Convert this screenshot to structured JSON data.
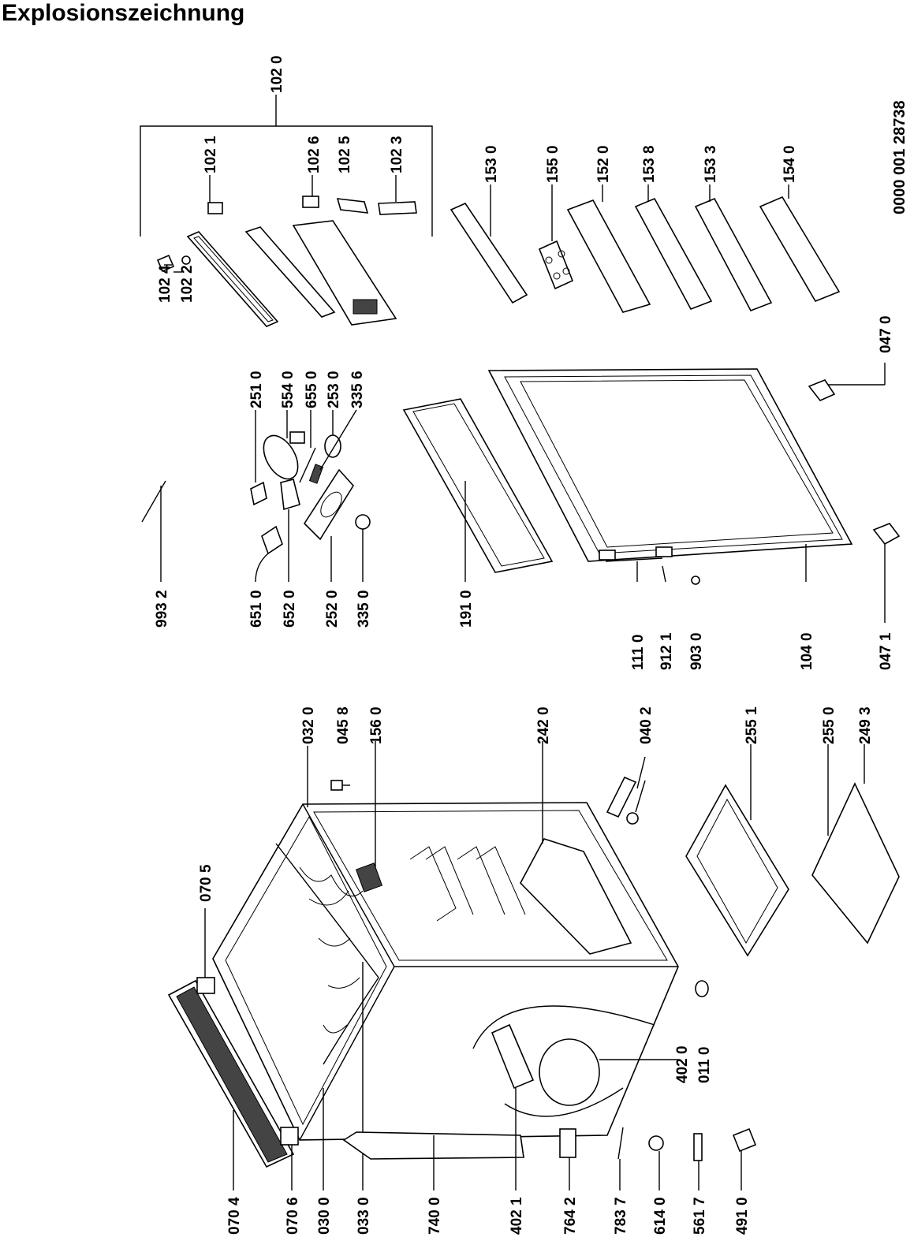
{
  "title": "Explosionszeichnung",
  "document_number": "0000 001 28738",
  "parts": {
    "p1020": "102 0",
    "p1021": "102 1",
    "p1026": "102 6",
    "p1025": "102 5",
    "p1023": "102 3",
    "p1024": "102 4",
    "p1022": "102 2",
    "p1530": "153 0",
    "p1550": "155 0",
    "p1520": "152 0",
    "p1538": "153 8",
    "p1533": "153 3",
    "p1540": "154 0",
    "p2510": "251 0",
    "p5540": "554 0",
    "p6550": "655 0",
    "p2530": "253 0",
    "p3356": "335 6",
    "p9932": "993 2",
    "p6510": "651 0",
    "p6520": "652 0",
    "p2520": "252 0",
    "p3350": "335 0",
    "p1910": "191 0",
    "p1110": "111 0",
    "p9121": "912 1",
    "p9030": "903 0",
    "p1040": "104 0",
    "p0471": "047 1",
    "p0470": "047 0",
    "p0705": "070 5",
    "p0320": "032 0",
    "p0458": "045 8",
    "p1560": "156 0",
    "p2420": "242 0",
    "p0402": "040 2",
    "p2551": "255 1",
    "p2550": "255 0",
    "p2493": "249 3",
    "p4020": "402 0",
    "p0110": "011 0",
    "p0704": "070 4",
    "p0706": "070 6",
    "p0300": "030 0",
    "p0330": "033 0",
    "p7400": "740 0",
    "p4021": "402 1",
    "p7642": "764 2",
    "p7837": "783 7",
    "p6140": "614 0",
    "p5617": "561 7",
    "p4910": "491 0"
  }
}
